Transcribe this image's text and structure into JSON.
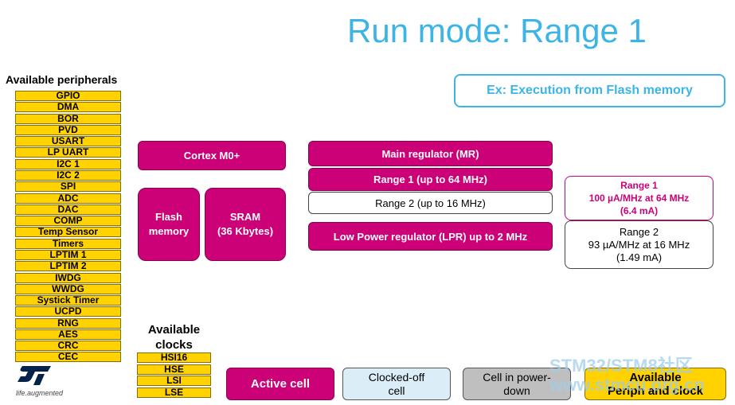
{
  "title": "Run mode: Range 1",
  "example": "Ex: Execution from Flash memory",
  "peripherals": {
    "label": "Available peripherals",
    "items": [
      "GPIO",
      "DMA",
      "BOR",
      "PVD",
      "USART",
      "LP UART",
      "I2C 1",
      "I2C 2",
      "SPI",
      "ADC",
      "DAC",
      "COMP",
      "Temp Sensor",
      "Timers",
      "LPTIM 1",
      "LPTIM 2",
      "IWDG",
      "WWDG",
      "Systick Timer",
      "UCPD",
      "RNG",
      "AES",
      "CRC",
      "CEC"
    ]
  },
  "clocks": {
    "label_line1": "Available",
    "label_line2": "clocks",
    "items": [
      "HSI16",
      "HSE",
      "LSI",
      "LSE"
    ]
  },
  "core": {
    "cortex": "Cortex M0+",
    "flash_line1": "Flash",
    "flash_line2": "memory",
    "sram_line1": "SRAM",
    "sram_line2": "(36 Kbytes)"
  },
  "regulators": {
    "main": "Main regulator (MR)",
    "range1": "Range 1 (up to 64 MHz)",
    "range2": "Range 2 (up to 16 MHz)",
    "lpr": "Low Power regulator (LPR) up to 2 MHz"
  },
  "consumption": {
    "range1_title": "Range 1",
    "range1_line2": "100 µA/MHz at 64 MHz",
    "range1_line3": "(6.4 mA)",
    "range2_title": "Range 2",
    "range2_line2": "93 µA/MHz at 16 MHz",
    "range2_line3": "(1.49 mA)"
  },
  "legend": {
    "active": "Active cell",
    "clocked_off_line1": "Clocked-off",
    "clocked_off_line2": "cell",
    "power_down_line1": "Cell in power-",
    "power_down_line2": "down",
    "available_line1": "Available",
    "available_line2": "Periph and clock"
  },
  "logo": {
    "mark": "ST",
    "tagline": "life.augmented"
  },
  "watermark": {
    "line1": "STM32/STM8社区",
    "line2": "www.stmcu.org.cn"
  },
  "colors": {
    "accent_blue": "#3cb4e6",
    "active_magenta": "#cc0077",
    "available_yellow": "#ffd200",
    "clocked_off_blue": "#dbeef8",
    "power_down_gray": "#bfbfbf"
  }
}
